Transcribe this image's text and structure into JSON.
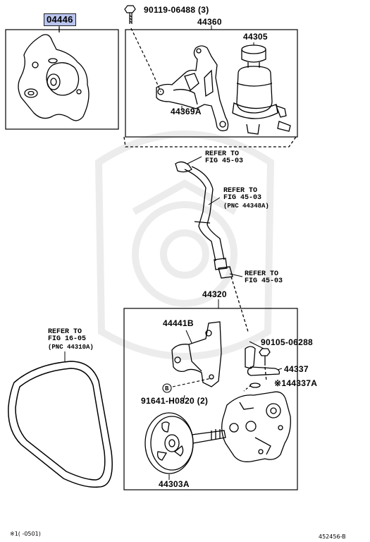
{
  "diagram": {
    "labels": {
      "p04446": "04446",
      "p90119": "90119-06488 (3)",
      "p44360": "44360",
      "p44305": "44305",
      "p44369A": "44369A",
      "p44320": "44320",
      "p44441B": "44441B",
      "p90105": "90105-06288",
      "p44337": "44337",
      "p44337A": "※144337A",
      "p91641": "91641-H0820 (2)",
      "p44303A": "44303A",
      "b_circle": "B"
    },
    "refs": {
      "ref1": {
        "l1": "REFER TO",
        "l2": "FIG 45-03"
      },
      "ref2": {
        "l1": "REFER TO",
        "l2": "FIG 45-03",
        "l3": "(PNC 44348A)"
      },
      "ref3": {
        "l1": "REFER TO",
        "l2": "FIG 45-03"
      },
      "ref4": {
        "l1": "REFER TO",
        "l2": "FIG 16-05",
        "l3": "(PNC 44310A)"
      }
    },
    "footer": {
      "note": "※1(      -0501)",
      "code": "452456-B"
    }
  }
}
